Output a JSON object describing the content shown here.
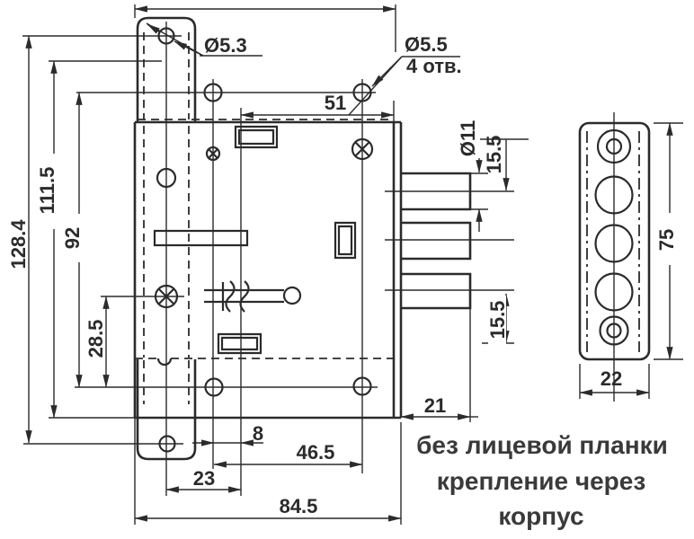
{
  "dims": {
    "overall_height": "128.4",
    "body_height": "111.5",
    "mount_holes_vertical": "92",
    "lever_axis_offset": "28.5",
    "faceplate_hole_dia": "Ø5.3",
    "case_hole_dia": "Ø5.5",
    "case_hole_count": "4 отв.",
    "key_axis_to_edge": "51",
    "bolt_dia": "Ø11",
    "bolt_spacing_top": "15.5",
    "bolt_spacing_bottom": "15.5",
    "bolt_throw": "21",
    "axis_offset": "8",
    "mount_holes_horizontal": "46.5",
    "faceplate_axis_to_key_axis": "23",
    "overall_width": "84.5",
    "side_height": "75",
    "side_width": "22"
  },
  "note": {
    "line1": "без лицевой планки",
    "line2": "крепление через",
    "line3": "корпус"
  },
  "colors": {
    "line": "#2b2b2b",
    "background": "#ffffff"
  }
}
